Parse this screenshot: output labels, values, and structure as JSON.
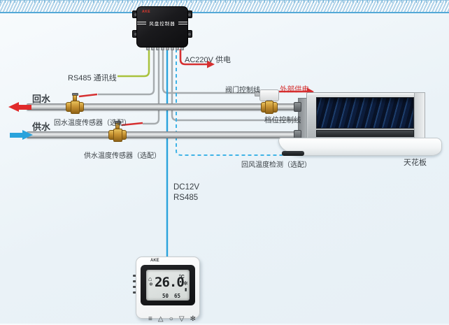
{
  "diagram": {
    "controller": {
      "label": "风盘控制器",
      "logo": "AKE"
    },
    "labels": {
      "rs485_comm": "RS485 通讯线",
      "ac220v": "AC220V 供电",
      "return_water": "回水",
      "supply_water": "供水",
      "return_sensor": "回水温度传感器（选配）",
      "supply_sensor": "供水温度传感器（选配）",
      "valve_control": "阀门控制线",
      "external_power": "外部供电",
      "speed_control": "档位控制线",
      "return_air": "回风温度检测（选配）",
      "ceiling": "天花板",
      "bus_line1": "DC12V",
      "bus_line2": "RS485"
    },
    "colors": {
      "background": "#edf3f7",
      "wire_green": "#a9c23c",
      "wire_red": "#d63031",
      "wire_gray": "#a6abae",
      "wire_blue": "#2aa3dc",
      "wire_cyan_dashed": "#3fb3e6",
      "brass": "#c79232",
      "text": "#3a4045"
    }
  },
  "thermostat": {
    "brand": "AKE",
    "display": {
      "temp": "26.0",
      "unit": "°C",
      "value_left": "50",
      "value_right": "65"
    },
    "icons": {
      "mode_house": "⌂",
      "mode_snow": "❄",
      "fan_indicator": "✻",
      "fan_bar": "▮",
      "menu": "≡",
      "up": "△",
      "power": "○",
      "down": "▽",
      "fan": "✻"
    }
  }
}
